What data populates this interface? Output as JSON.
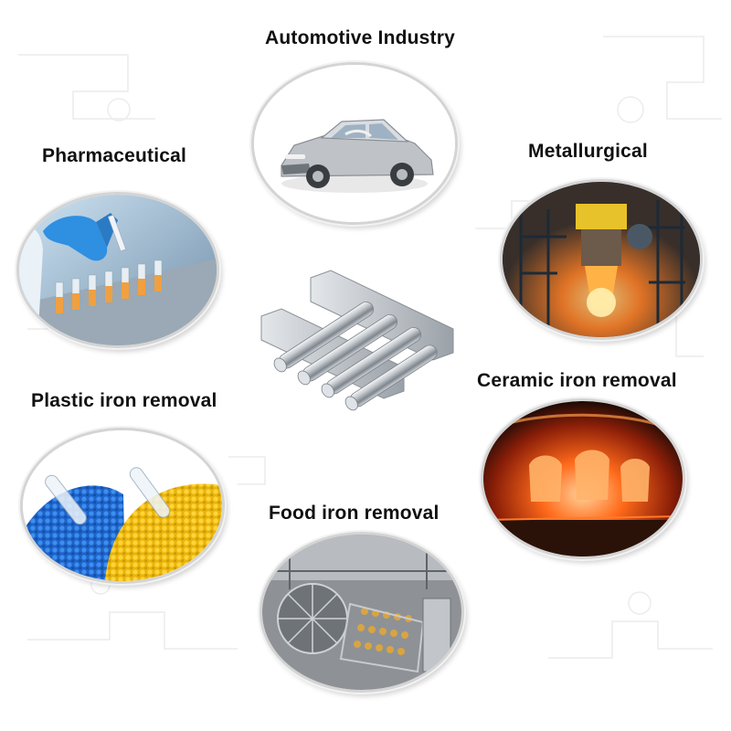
{
  "labels": {
    "automotive": "Automotive Industry",
    "pharmaceutical": "Pharmaceutical",
    "metallurgical": "Metallurgical",
    "plastic": "Plastic iron removal",
    "ceramic": "Ceramic iron removal",
    "food": "Food iron removal"
  },
  "icons": {
    "center": "magnetic-grate-icon",
    "automotive": "car-icon",
    "pharmaceutical": "lab-test-tubes-icon",
    "metallurgical": "steel-plant-icon",
    "plastic": "plastic-pellets-icon",
    "ceramic": "furnace-fire-icon",
    "food": "food-production-line-icon"
  },
  "colors": {
    "text": "#111111",
    "ring_border": "#d4d4d4",
    "steel": "#c9cdd2",
    "fire": "#ff6a1a",
    "plastic_blue": "#1f6fd6",
    "plastic_yellow": "#f4c20d"
  }
}
